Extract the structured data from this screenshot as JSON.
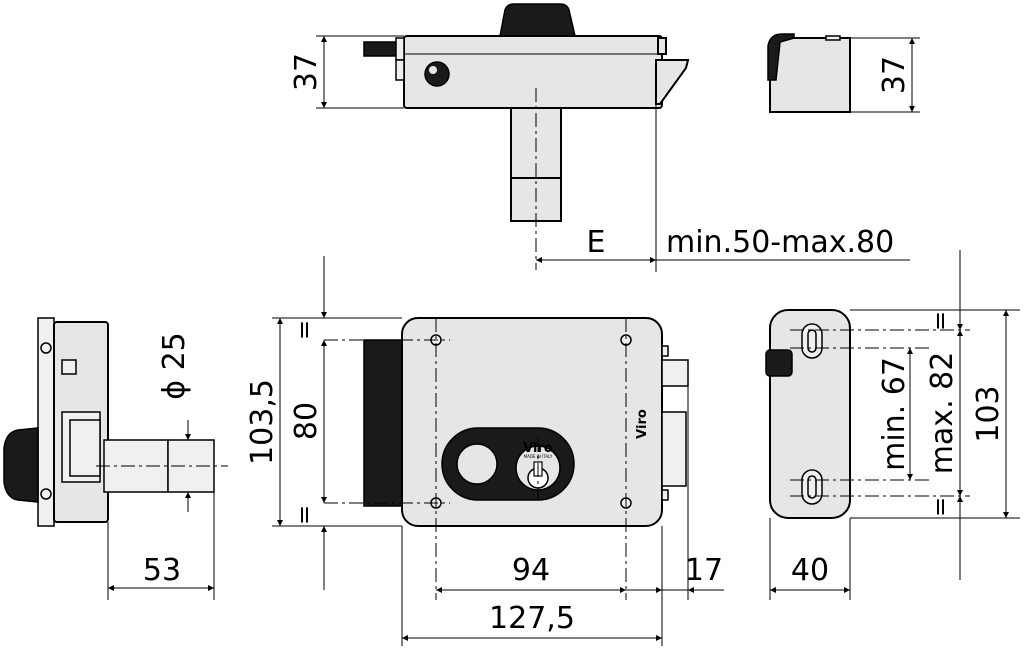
{
  "dimensions": {
    "top_height": "37",
    "side_height": "37",
    "backset_label": "E",
    "backset_range": "min.50-max.80",
    "total_height": "103,5",
    "hole_spacing_v": "80",
    "cylinder_diameter": "ϕ 25",
    "projection": "53",
    "hole_spacing_h": "94",
    "bolt_projection": "17",
    "total_width": "127,5",
    "min_spacing": "min. 67",
    "max_spacing": "max. 82",
    "plate_height": "103",
    "plate_width": "40",
    "equal_mark": "="
  },
  "lock": {
    "brand": "Viro",
    "plate_text": "MADE IN ITALY"
  }
}
